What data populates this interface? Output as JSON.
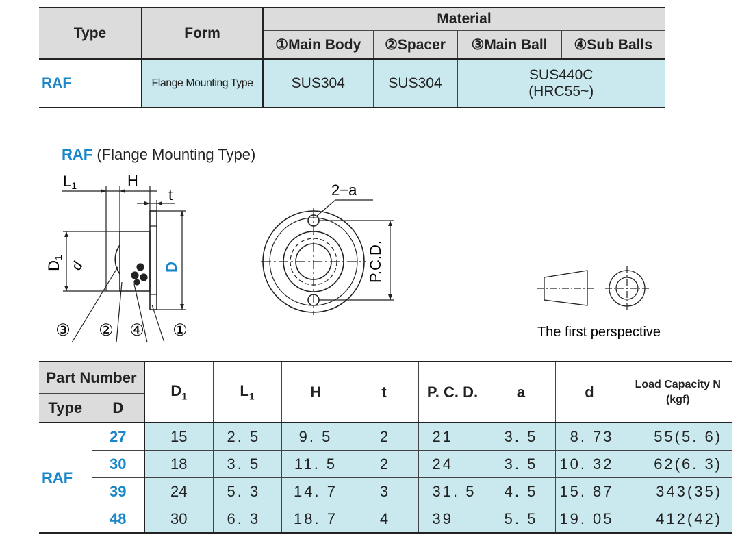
{
  "material_table": {
    "headers": {
      "type": "Type",
      "form": "Form",
      "material": "Material",
      "main_body": "①Main Body",
      "spacer": "②Spacer",
      "main_ball": "③Main Ball",
      "sub_balls": "④Sub Balls"
    },
    "row": {
      "type": "RAF",
      "form": "Flange Mounting Type",
      "main_body": "SUS304",
      "spacer": "SUS304",
      "balls_line1": "SUS440C",
      "balls_line2": "(HRC55~)"
    }
  },
  "drawing": {
    "title_code": "RAF",
    "title_text": "(Flange Mounting Type)",
    "labels": {
      "L1": "L",
      "L1_sub": "1",
      "H": "H",
      "t": "t",
      "D1": "D",
      "D1_sub": "1",
      "d": "d",
      "D": "D",
      "two_a": "2−a",
      "pcd": "P.C.D.",
      "c3": "③",
      "c2": "②",
      "c4": "④",
      "c1": "①"
    },
    "perspective_caption": "The first perspective"
  },
  "parts_table": {
    "headers": {
      "part_number": "Part Number",
      "type": "Type",
      "D": "D",
      "D1": "D",
      "D1_sub": "1",
      "L1": "L",
      "L1_sub": "1",
      "H": "H",
      "t": "t",
      "pcd": "P. C. D.",
      "a": "a",
      "d": "d",
      "load_line1": "Load Capacity N",
      "load_line2": "(kgf)"
    },
    "type": "RAF",
    "rows": [
      {
        "D": "27",
        "D1": "15",
        "L1": "2. 5",
        "H": "9. 5",
        "t": "2",
        "pcd": "21",
        "a": "3. 5",
        "d": "8. 73",
        "load": "55(5. 6)"
      },
      {
        "D": "30",
        "D1": "18",
        "L1": "3. 5",
        "H": "11. 5",
        "t": "2",
        "pcd": "24",
        "a": "3. 5",
        "d": "10. 32",
        "load": "62(6. 3)"
      },
      {
        "D": "39",
        "D1": "24",
        "L1": "5. 3",
        "H": "14. 7",
        "t": "3",
        "pcd": "31. 5",
        "a": "4. 5",
        "d": "15. 87",
        "load": "343(35)"
      },
      {
        "D": "48",
        "D1": "30",
        "L1": "6. 3",
        "H": "18. 7",
        "t": "4",
        "pcd": "39",
        "a": "5. 5",
        "d": "19. 05",
        "load": "412(42)"
      }
    ]
  },
  "colors": {
    "header_gray": "#dcdcdc",
    "cell_blue": "#c9e9ee",
    "accent_blue": "#1a87c9"
  }
}
